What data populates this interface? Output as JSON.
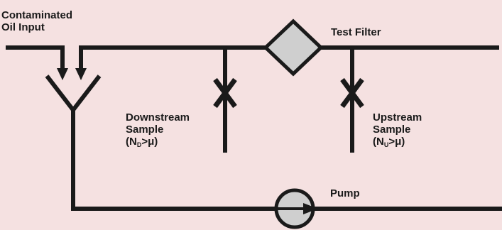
{
  "labels": {
    "input_line1": "Contaminated",
    "input_line2": "Oil Input",
    "test_filter": "Test Filter",
    "downstream_line1": "Downstream",
    "downstream_line2": "Sample",
    "downstream_formula": {
      "open": "(N",
      "sub": "D",
      "close": ">μ)"
    },
    "upstream_line1": "Upstream",
    "upstream_line2": "Sample",
    "upstream_formula": {
      "open": "(N",
      "sub": "U",
      "close": ">μ)"
    },
    "pump": "Pump"
  },
  "colors": {
    "background": "#f5e1e1",
    "line": "#1a1a1a",
    "component_fill": "#cfcfcf"
  },
  "icons": {
    "input_arrows": "arrow-down-icon",
    "valves": "valve-x-icon",
    "filter": "diamond-filter-icon",
    "pump": "pump-circle-icon"
  }
}
